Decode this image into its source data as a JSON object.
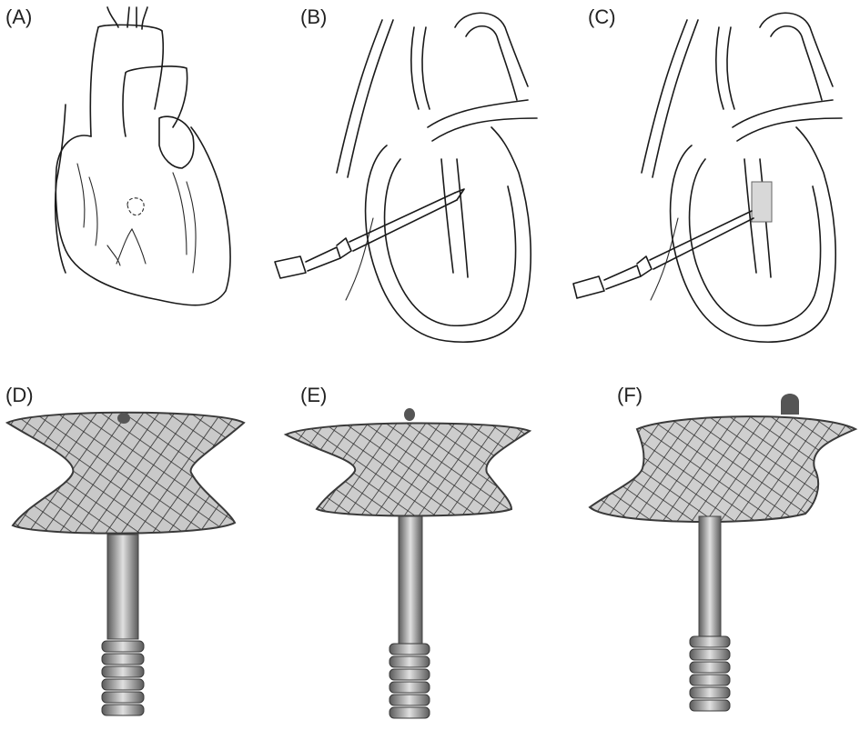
{
  "figure": {
    "panels": [
      {
        "label": "(A)",
        "content": "heart-drawing"
      },
      {
        "label": "(B)",
        "content": "heart-section-sheath-drawing"
      },
      {
        "label": "(C)",
        "content": "heart-section-device-drawing"
      },
      {
        "label": "(D)",
        "content": "occluder-device-photo"
      },
      {
        "label": "(E)",
        "content": "occluder-device-photo"
      },
      {
        "label": "(F)",
        "content": "occluder-device-photo"
      }
    ]
  },
  "colors": {
    "line": "#1a1a1a",
    "mesh_dark": "#2b2b2b",
    "mesh_light": "#b9b9b9",
    "metal": "#8c8c8c",
    "background": "#ffffff"
  }
}
